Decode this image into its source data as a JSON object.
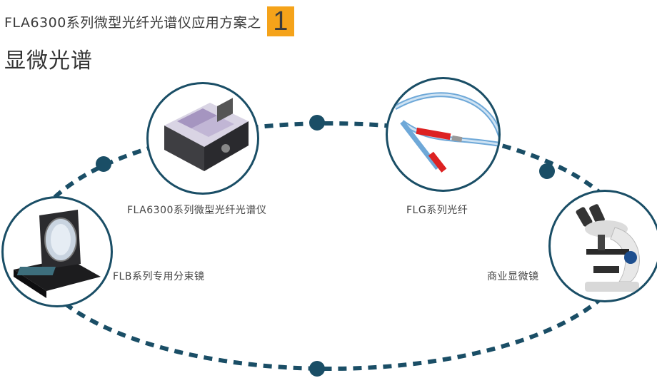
{
  "header": {
    "title": "FLA6300系列微型光纤光谱仪应用方案之",
    "number": "1",
    "subtitle": "显微光谱"
  },
  "nodes": [
    {
      "label": "FLA6300系列微型光纤光谱仪",
      "icon": "spectrometer-image"
    },
    {
      "label": "FLG系列光纤",
      "icon": "optical-fiber-image"
    },
    {
      "label": "FLB系列专用分束镜",
      "icon": "beam-splitter-image"
    },
    {
      "label": "商业显微镜",
      "icon": "microscope-image"
    }
  ],
  "colors": {
    "ring": "#1a4e66",
    "badge": "#f5a31a"
  }
}
